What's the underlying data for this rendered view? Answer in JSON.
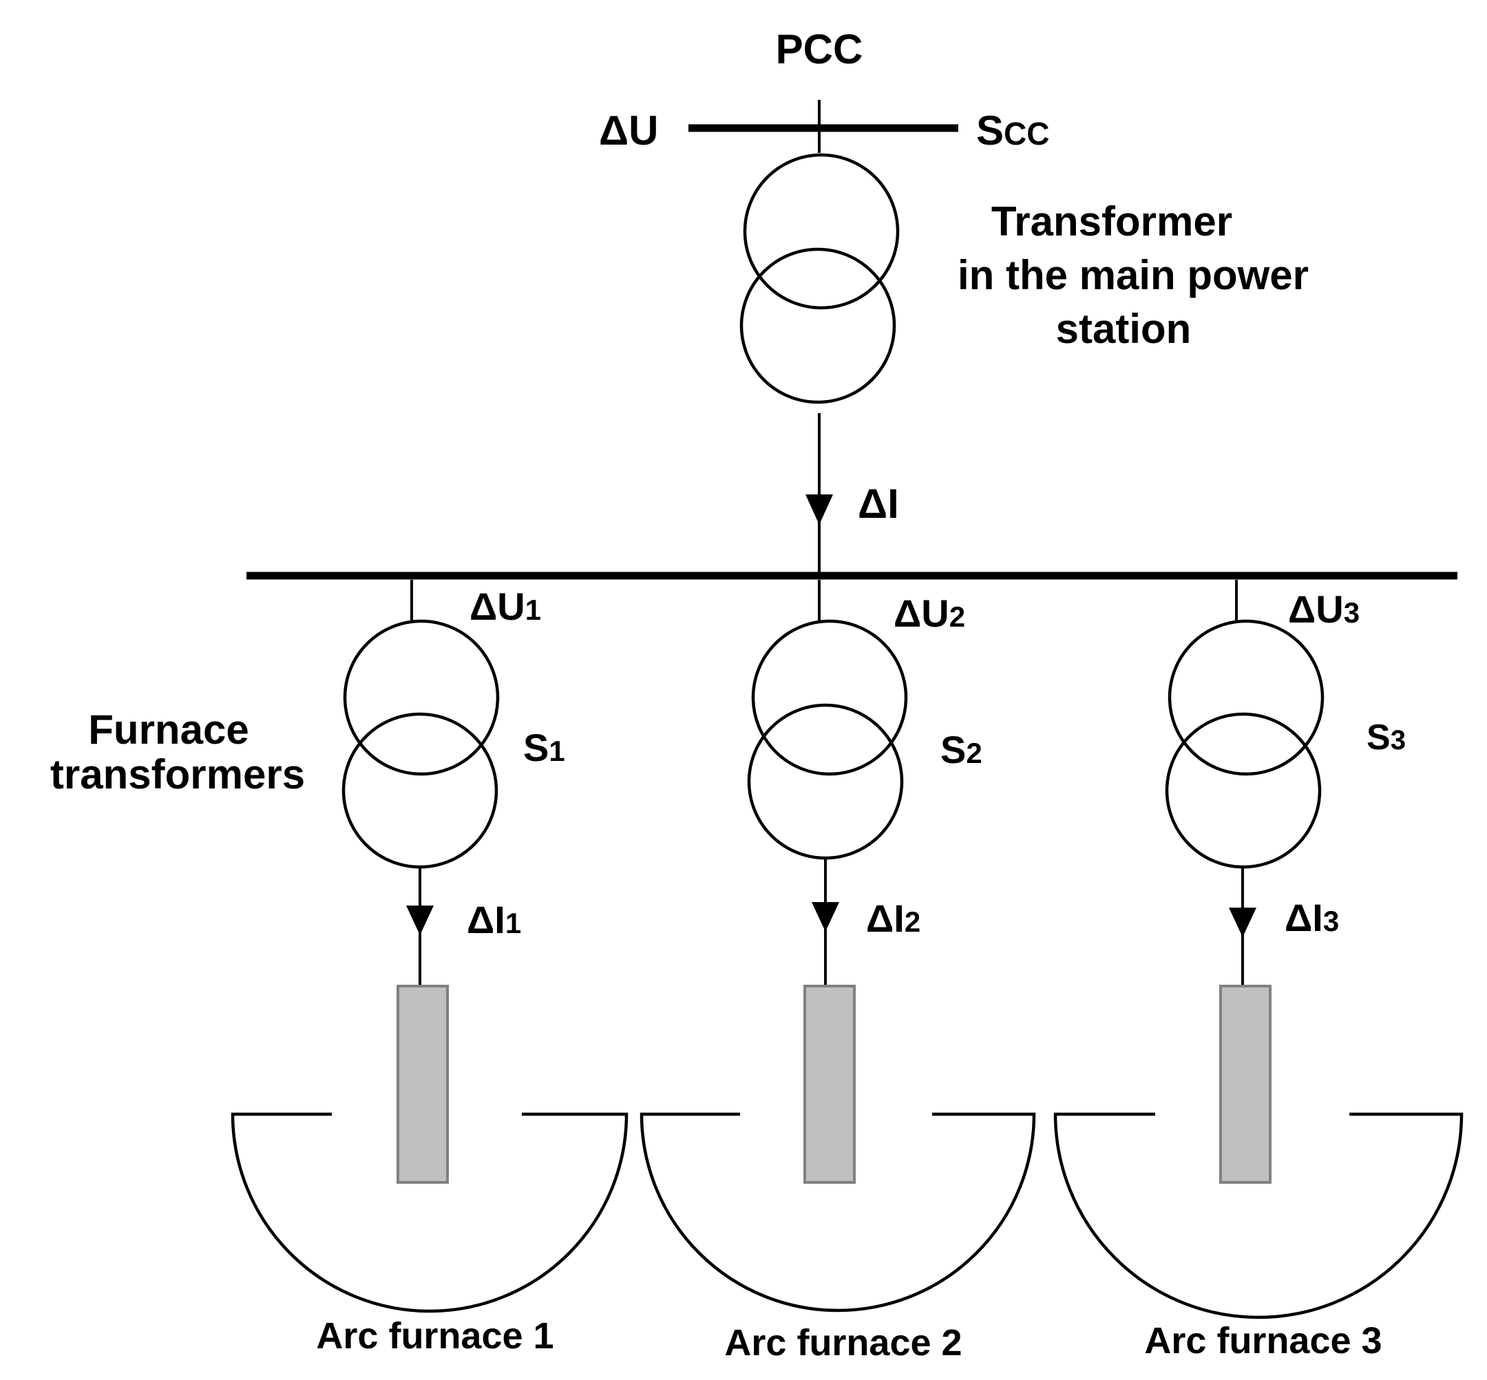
{
  "pcc_label": "PCC",
  "pcc_delta_u": "ΔU",
  "scc_main": "S",
  "scc_sub": "CC",
  "main_transformer": {
    "line1": "Transformer",
    "line2": "in the main power",
    "line3": "station"
  },
  "main_current": "ΔI",
  "furnace_transformers_label": {
    "line1": "Furnace",
    "line2": "transformers"
  },
  "branches": [
    {
      "du_main": "ΔU",
      "du_sub": "1",
      "s_main": "S",
      "s_sub": "1",
      "di_main": "ΔI",
      "di_sub": "1",
      "furnace": "Arc furnace 1"
    },
    {
      "du_main": "ΔU",
      "du_sub": "2",
      "s_main": "S",
      "s_sub": "2",
      "di_main": "ΔI",
      "di_sub": "2",
      "furnace": "Arc furnace 2"
    },
    {
      "du_main": "ΔU",
      "du_sub": "3",
      "s_main": "S",
      "s_sub": "3",
      "di_main": "ΔI",
      "di_sub": "3",
      "furnace": "Arc furnace 3"
    }
  ],
  "colors": {
    "line": "#000000",
    "electrode_fill": "#c0c0c0",
    "electrode_stroke": "#808080",
    "background": "#ffffff"
  }
}
